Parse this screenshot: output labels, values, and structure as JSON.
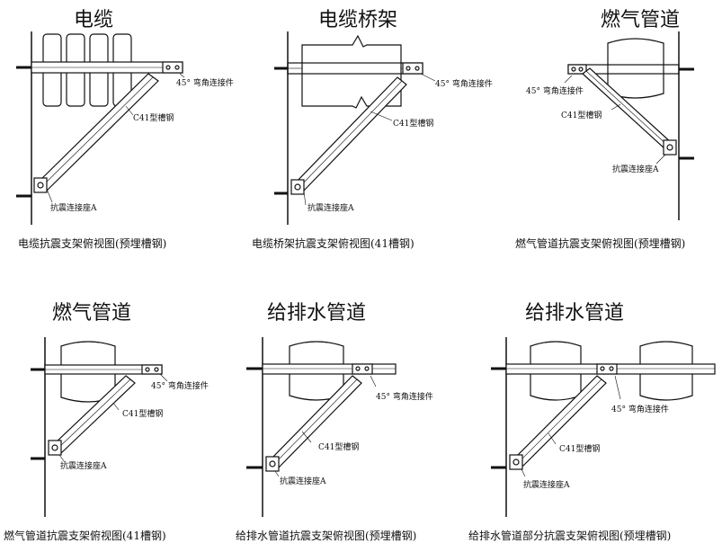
{
  "panels": [
    {
      "title": "电缆",
      "caption": "电缆抗震支架俯视图(预埋槽钢)"
    },
    {
      "title": "电缆桥架",
      "caption": "电缆桥架抗震支架俯视图(41槽钢)"
    },
    {
      "title": "燃气管道",
      "caption": "燃气管道抗震支架俯视图(预埋槽钢)"
    },
    {
      "title": "燃气管道",
      "caption": "燃气管道抗震支架俯视图(41槽钢)"
    },
    {
      "title": "给排水管道",
      "caption": "给排水管道抗震支架俯视图(预埋槽钢)"
    },
    {
      "title": "给排水管道",
      "caption": "给排水管道部分抗震支架俯视图(预埋槽钢)"
    }
  ],
  "labels": {
    "elbow": "45° 弯角连接件",
    "channel": "C41型槽钢",
    "seat": "抗震连接座A"
  }
}
